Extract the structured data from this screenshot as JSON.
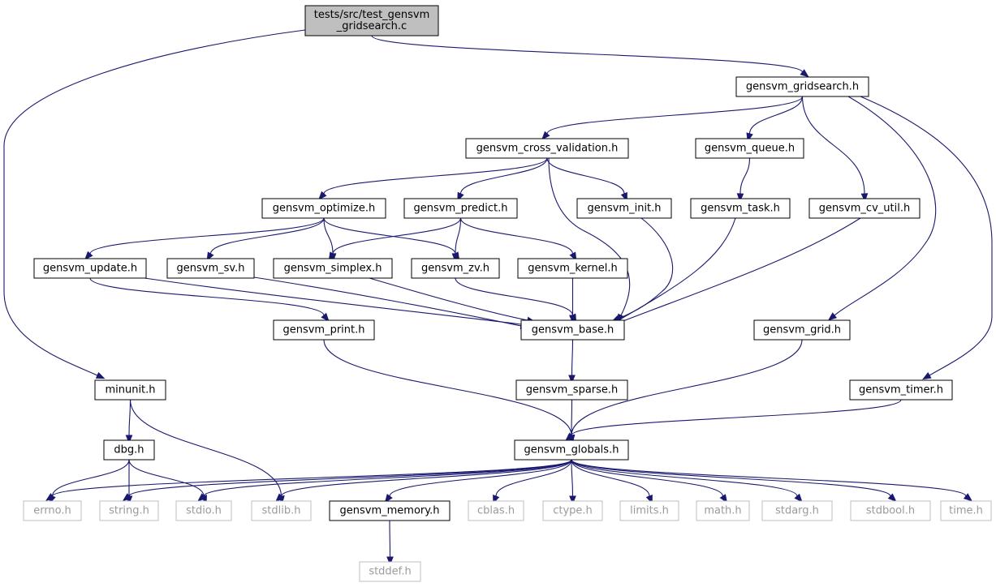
{
  "diagram": {
    "type": "include-dependency-graph",
    "colors": {
      "edge": "#191970",
      "root_fill": "#bfbfbf",
      "node_border": "#000000",
      "system_border": "#bfbfbf",
      "system_text": "#9a9a9a"
    },
    "nodes": [
      {
        "id": "root",
        "kind": "root",
        "lines": [
          "tests/src/test_gensvm",
          "_gridsearch.c"
        ]
      },
      {
        "id": "gridsearch",
        "kind": "local",
        "lines": [
          "gensvm_gridsearch.h"
        ]
      },
      {
        "id": "cross_validation",
        "kind": "local",
        "lines": [
          "gensvm_cross_validation.h"
        ]
      },
      {
        "id": "queue",
        "kind": "local",
        "lines": [
          "gensvm_queue.h"
        ]
      },
      {
        "id": "optimize",
        "kind": "local",
        "lines": [
          "gensvm_optimize.h"
        ]
      },
      {
        "id": "predict",
        "kind": "local",
        "lines": [
          "gensvm_predict.h"
        ]
      },
      {
        "id": "init",
        "kind": "local",
        "lines": [
          "gensvm_init.h"
        ]
      },
      {
        "id": "task",
        "kind": "local",
        "lines": [
          "gensvm_task.h"
        ]
      },
      {
        "id": "cv_util",
        "kind": "local",
        "lines": [
          "gensvm_cv_util.h"
        ]
      },
      {
        "id": "update",
        "kind": "local",
        "lines": [
          "gensvm_update.h"
        ]
      },
      {
        "id": "sv",
        "kind": "local",
        "lines": [
          "gensvm_sv.h"
        ]
      },
      {
        "id": "simplex",
        "kind": "local",
        "lines": [
          "gensvm_simplex.h"
        ]
      },
      {
        "id": "zv",
        "kind": "local",
        "lines": [
          "gensvm_zv.h"
        ]
      },
      {
        "id": "kernel",
        "kind": "local",
        "lines": [
          "gensvm_kernel.h"
        ]
      },
      {
        "id": "print",
        "kind": "local",
        "lines": [
          "gensvm_print.h"
        ]
      },
      {
        "id": "base",
        "kind": "local",
        "lines": [
          "gensvm_base.h"
        ]
      },
      {
        "id": "grid",
        "kind": "local",
        "lines": [
          "gensvm_grid.h"
        ]
      },
      {
        "id": "minunit",
        "kind": "local",
        "lines": [
          "minunit.h"
        ]
      },
      {
        "id": "sparse",
        "kind": "local",
        "lines": [
          "gensvm_sparse.h"
        ]
      },
      {
        "id": "timer",
        "kind": "local",
        "lines": [
          "gensvm_timer.h"
        ]
      },
      {
        "id": "dbg",
        "kind": "local",
        "lines": [
          "dbg.h"
        ]
      },
      {
        "id": "globals",
        "kind": "local",
        "lines": [
          "gensvm_globals.h"
        ]
      },
      {
        "id": "errno",
        "kind": "system",
        "lines": [
          "errno.h"
        ]
      },
      {
        "id": "string",
        "kind": "system",
        "lines": [
          "string.h"
        ]
      },
      {
        "id": "stdio",
        "kind": "system",
        "lines": [
          "stdio.h"
        ]
      },
      {
        "id": "stdlib",
        "kind": "system",
        "lines": [
          "stdlib.h"
        ]
      },
      {
        "id": "memory",
        "kind": "local",
        "lines": [
          "gensvm_memory.h"
        ]
      },
      {
        "id": "cblas",
        "kind": "system",
        "lines": [
          "cblas.h"
        ]
      },
      {
        "id": "ctype",
        "kind": "system",
        "lines": [
          "ctype.h"
        ]
      },
      {
        "id": "limits",
        "kind": "system",
        "lines": [
          "limits.h"
        ]
      },
      {
        "id": "math",
        "kind": "system",
        "lines": [
          "math.h"
        ]
      },
      {
        "id": "stdarg",
        "kind": "system",
        "lines": [
          "stdarg.h"
        ]
      },
      {
        "id": "stdbool",
        "kind": "system",
        "lines": [
          "stdbool.h"
        ]
      },
      {
        "id": "time",
        "kind": "system",
        "lines": [
          "time.h"
        ]
      },
      {
        "id": "stddef",
        "kind": "system",
        "lines": [
          "stddef.h"
        ]
      }
    ],
    "edges": [
      {
        "from": "root",
        "to": "gridsearch"
      },
      {
        "from": "root",
        "to": "minunit"
      },
      {
        "from": "gridsearch",
        "to": "cross_validation"
      },
      {
        "from": "gridsearch",
        "to": "queue"
      },
      {
        "from": "gridsearch",
        "to": "cv_util"
      },
      {
        "from": "gridsearch",
        "to": "grid"
      },
      {
        "from": "gridsearch",
        "to": "timer"
      },
      {
        "from": "cross_validation",
        "to": "optimize"
      },
      {
        "from": "cross_validation",
        "to": "predict"
      },
      {
        "from": "cross_validation",
        "to": "init"
      },
      {
        "from": "cross_validation",
        "to": "base"
      },
      {
        "from": "queue",
        "to": "task"
      },
      {
        "from": "optimize",
        "to": "update"
      },
      {
        "from": "optimize",
        "to": "sv"
      },
      {
        "from": "optimize",
        "to": "simplex"
      },
      {
        "from": "optimize",
        "to": "zv"
      },
      {
        "from": "predict",
        "to": "simplex"
      },
      {
        "from": "predict",
        "to": "zv"
      },
      {
        "from": "predict",
        "to": "kernel"
      },
      {
        "from": "init",
        "to": "base"
      },
      {
        "from": "task",
        "to": "base"
      },
      {
        "from": "cv_util",
        "to": "base"
      },
      {
        "from": "update",
        "to": "base"
      },
      {
        "from": "update",
        "to": "print"
      },
      {
        "from": "sv",
        "to": "base"
      },
      {
        "from": "simplex",
        "to": "base"
      },
      {
        "from": "zv",
        "to": "base"
      },
      {
        "from": "kernel",
        "to": "base"
      },
      {
        "from": "print",
        "to": "globals"
      },
      {
        "from": "base",
        "to": "sparse"
      },
      {
        "from": "sparse",
        "to": "globals"
      },
      {
        "from": "grid",
        "to": "globals"
      },
      {
        "from": "timer",
        "to": "globals"
      },
      {
        "from": "minunit",
        "to": "dbg"
      },
      {
        "from": "minunit",
        "to": "stdlib"
      },
      {
        "from": "dbg",
        "to": "errno"
      },
      {
        "from": "dbg",
        "to": "string"
      },
      {
        "from": "dbg",
        "to": "stdio"
      },
      {
        "from": "globals",
        "to": "errno"
      },
      {
        "from": "globals",
        "to": "string"
      },
      {
        "from": "globals",
        "to": "stdio"
      },
      {
        "from": "globals",
        "to": "stdlib"
      },
      {
        "from": "globals",
        "to": "memory"
      },
      {
        "from": "globals",
        "to": "cblas"
      },
      {
        "from": "globals",
        "to": "ctype"
      },
      {
        "from": "globals",
        "to": "limits"
      },
      {
        "from": "globals",
        "to": "math"
      },
      {
        "from": "globals",
        "to": "stdarg"
      },
      {
        "from": "globals",
        "to": "stdbool"
      },
      {
        "from": "globals",
        "to": "time"
      },
      {
        "from": "memory",
        "to": "stddef"
      }
    ]
  }
}
